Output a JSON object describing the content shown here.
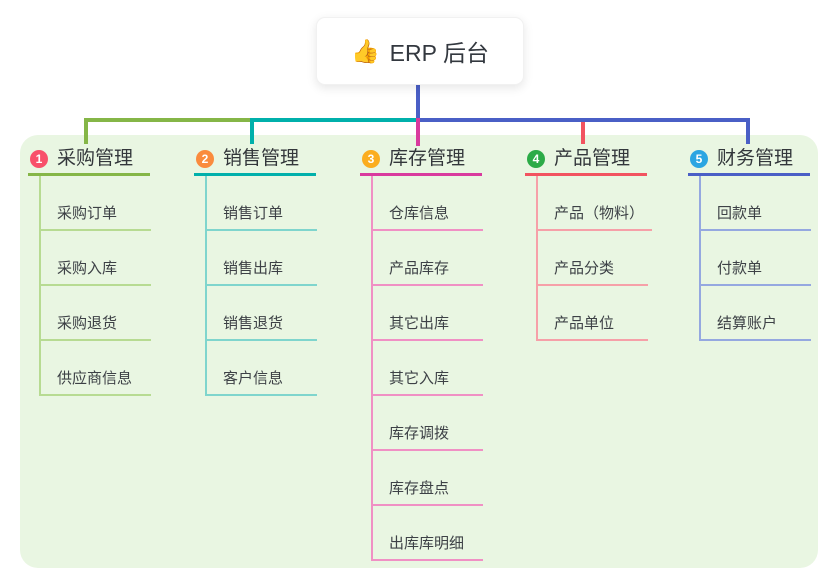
{
  "root": {
    "icon": "thumbs-up-icon",
    "icon_char": "👍",
    "label": "ERP 后台"
  },
  "branches": [
    {
      "num": "1",
      "label": "采购管理",
      "badge_color": "#f8506a",
      "line_color": "#85b647",
      "child_line_color": "#b7db92",
      "children": [
        "采购订单",
        "采购入库",
        "采购退货",
        "供应商信息"
      ]
    },
    {
      "num": "2",
      "label": "销售管理",
      "badge_color": "#fa8b3d",
      "line_color": "#00b0ab",
      "child_line_color": "#7fd5cd",
      "children": [
        "销售订单",
        "销售出库",
        "销售退货",
        "客户信息"
      ]
    },
    {
      "num": "3",
      "label": "库存管理",
      "badge_color": "#fbad1f",
      "line_color": "#d93a9e",
      "child_line_color": "#f090c4",
      "children": [
        "仓库信息",
        "产品库存",
        "其它出库",
        "其它入库",
        "库存调拨",
        "库存盘点",
        "出库库明细"
      ]
    },
    {
      "num": "4",
      "label": "产品管理",
      "badge_color": "#2cab47",
      "line_color": "#f25360",
      "child_line_color": "#f6a0a8",
      "children": [
        "产品（物料）",
        "产品分类",
        "产品单位"
      ]
    },
    {
      "num": "5",
      "label": "财务管理",
      "badge_color": "#2ba5e2",
      "line_color": "#4a5fc6",
      "child_line_color": "#95a8e0",
      "children": [
        "回款单",
        "付款单",
        "结算账户"
      ]
    }
  ],
  "colors": {
    "panel_bg": "#e9f6e2",
    "root_line": "#4a5fc6",
    "card_bg": "#ffffff",
    "title_text": "#33373b",
    "child_text": "#3d4146"
  }
}
